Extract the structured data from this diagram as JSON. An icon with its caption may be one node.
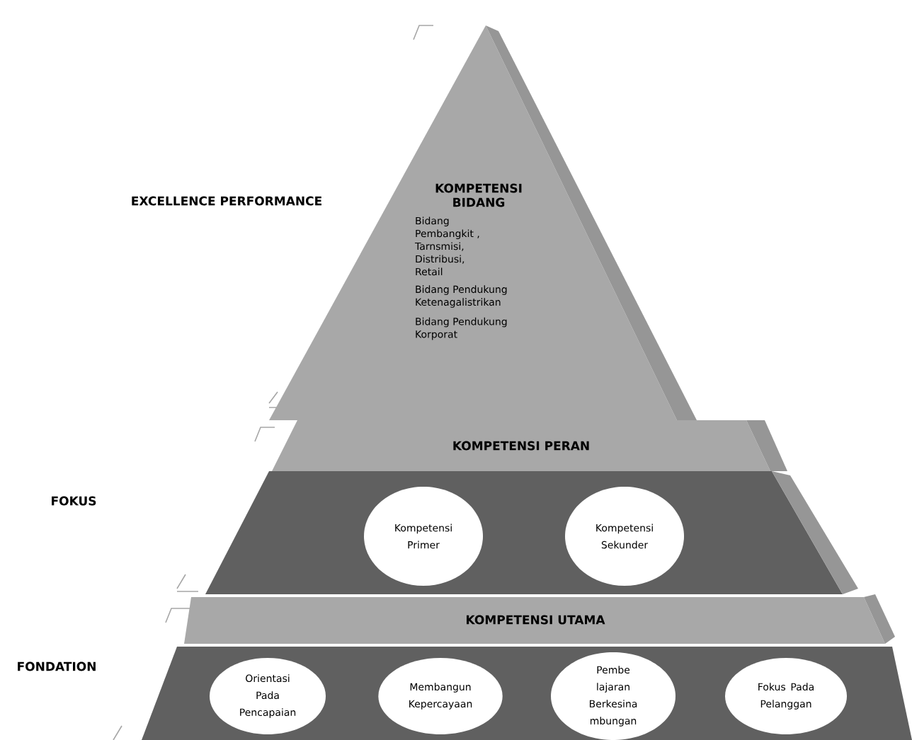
{
  "diagram": {
    "nodes": [
      {
        "text": [
          "KOMPETENSI BIDANG",
          "Bidang Pembangkit , Tarnsmisi, Distribusi, Retail",
          "Bidang Pendukung Ketenagalistrikan",
          "Bidang Pendukung Korporat"
        ]
      },
      {
        "text": [
          "KOMPETENSI PERAN"
        ]
      },
      {
        "text": [],
        "shape": "trapezoid"
      },
      {
        "text": [
          "Kompetensi Primer"
        ],
        "in": 2
      },
      {
        "text": [
          "Kompetensi Sekunder"
        ],
        "in": 2
      },
      {
        "text": [
          "KOMPETENSI UTAMA"
        ]
      },
      {
        "text": [],
        "shape": "trapezoid"
      },
      {
        "text": [
          "Orientasi Pada Pencapaian"
        ],
        "in": 6
      },
      {
        "text": [
          "Membangun Kepercayaan"
        ],
        "in": 6
      },
      {
        "text": [
          "Pembe lajaran Berkesina mbungan"
        ],
        "in": 6
      },
      {
        "text": [
          "Fokus Pada Pelanggan"
        ],
        "in": 6
      }
    ],
    "labels": [
      "EXCELLENCE PERFORMANCE",
      "FOKUS",
      "FONDATION"
    ]
  }
}
